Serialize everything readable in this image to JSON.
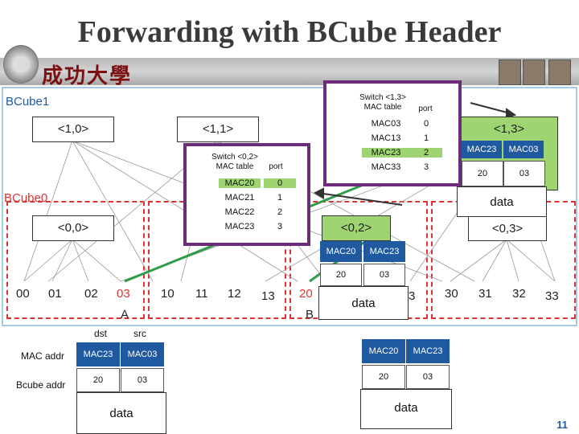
{
  "title": "Forwarding with BCube Header",
  "logo_text": "成功大學",
  "bcube1_label": "BCube1",
  "bcube0_label": "BCube0",
  "level1_switches": [
    "<1,0>",
    "<1,1>",
    "<1,3>"
  ],
  "level0_switches": [
    "<0,0>",
    "<0,2>",
    "<0,3>"
  ],
  "servers": [
    "00",
    "01",
    "02",
    "03",
    "10",
    "11",
    "12",
    "13",
    "20",
    "3",
    "30",
    "31",
    "32",
    "33"
  ],
  "label_A": "A",
  "label_B": "B",
  "switch13_table": {
    "caption_line1": "Switch <1,3>",
    "caption_line2": "MAC table",
    "port_header": "port",
    "rows": [
      [
        "MAC03",
        "0"
      ],
      [
        "MAC13",
        "1"
      ],
      [
        "MAC23",
        "2"
      ],
      [
        "MAC33",
        "3"
      ]
    ]
  },
  "switch02_table": {
    "caption_line1": "Switch <0,2>",
    "caption_line2": "MAC table",
    "port_header": "port",
    "rows": [
      [
        "MAC20",
        "0"
      ],
      [
        "MAC21",
        "1"
      ],
      [
        "MAC22",
        "2"
      ],
      [
        "MAC23",
        "3"
      ]
    ]
  },
  "packet_13": {
    "mac": [
      "MAC23",
      "MAC03"
    ],
    "bcube": [
      "20",
      "03"
    ],
    "data": "data"
  },
  "packet_02": {
    "mac": [
      "MAC20",
      "MAC23"
    ],
    "bcube": [
      "20",
      "03"
    ],
    "data": "data"
  },
  "packet_src": {
    "dst_label": "dst",
    "src_label": "src",
    "row1_label": "MAC addr",
    "row2_label": "Bcube addr",
    "mac": [
      "MAC23",
      "MAC03"
    ],
    "bcube": [
      "20",
      "03"
    ],
    "data": "data"
  },
  "packet_right": {
    "mac": [
      "MAC20",
      "MAC23"
    ],
    "bcube": [
      "20",
      "03"
    ],
    "data": "data"
  },
  "page_number": "11",
  "colors": {
    "switch_green": "#9fd473",
    "header_blue": "#1f5aa0",
    "popup_border": "#6b2c7a",
    "path_green": "#2f9e4a",
    "dash_red": "#d33333"
  }
}
